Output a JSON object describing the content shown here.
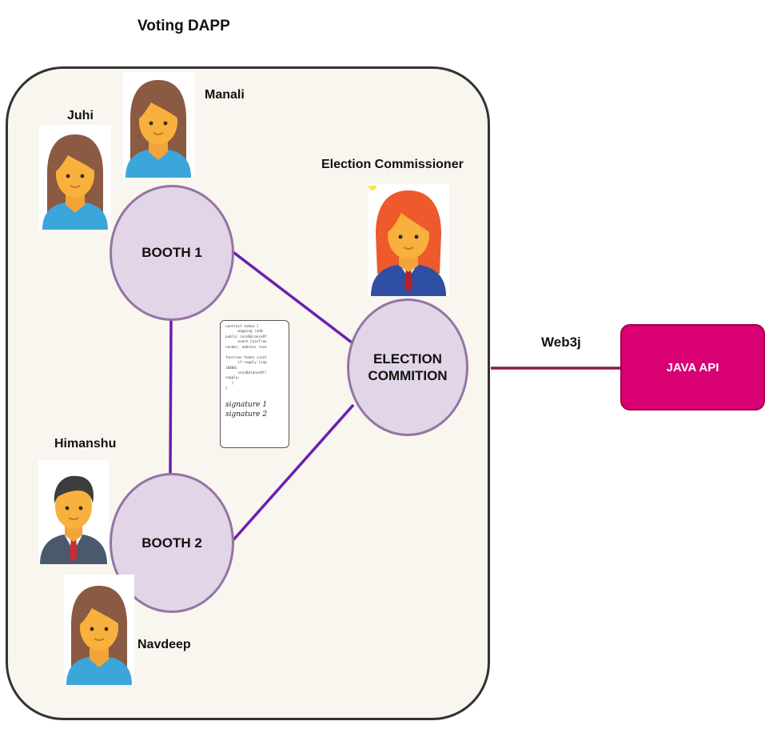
{
  "title": "Voting DAPP",
  "nodes": {
    "booth1": "BOOTH 1",
    "booth2": "BOOTH 2",
    "election_commition_line1": "ELECTION",
    "election_commition_line2": "COMMITION",
    "java_api": "JAVA API"
  },
  "edge_labels": {
    "web3j": "Web3j"
  },
  "people": {
    "juhi": "Juhi",
    "manali": "Manali",
    "election_commissioner": "Election Commissioner",
    "himanshu": "Himanshu",
    "navdeep": "Navdeep"
  },
  "contract": {
    "code": "contract token {\n      mapping (add\npublic coinBalanceOf\n      event CoinTran\nsender, address rece\n\nfunction token (uint\n      if supply (sup\n10000;\n      coinBalanceOf(\nsupply;\n   }\n}",
    "signature1": "signature 1",
    "signature2": "signature 2"
  },
  "colors": {
    "node_fill": "#e1d5e7",
    "node_stroke": "#9673a6",
    "edge": "#6a1fb0",
    "api_fill": "#d80073",
    "api_edge": "#8a1b4e",
    "container_fill": "#f8f6ef"
  },
  "icons": {
    "juhi": "woman-avatar-icon",
    "manali": "woman-avatar-icon",
    "election_commissioner": "businesswoman-avatar-icon",
    "himanshu": "businessman-avatar-icon",
    "navdeep": "woman-avatar-icon",
    "contract": "smart-contract-document-icon"
  }
}
